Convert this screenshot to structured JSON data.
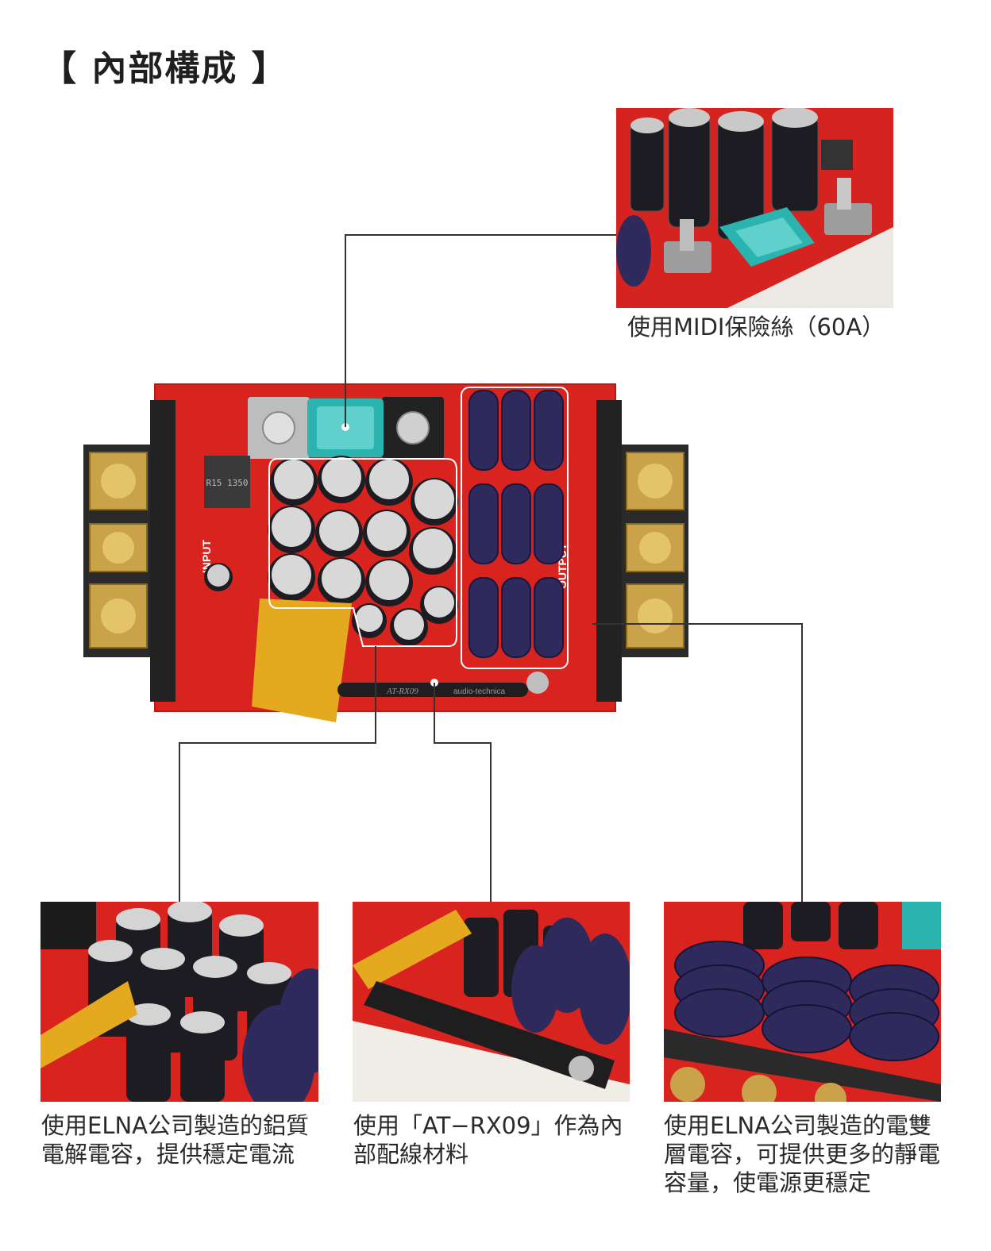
{
  "page": {
    "heading": "【 內部構成 】"
  },
  "callouts": {
    "fuse": {
      "caption": "使用MIDI保險絲（60A）"
    },
    "electrolytic_caps": {
      "caption": "使用ELNA公司製造的鋁質電解電容，提供穩定電流"
    },
    "wiring": {
      "caption": "使用「AT−RX09」作為內部配線材料"
    },
    "double_layer_caps": {
      "caption": "使用ELNA公司製造的電雙層電容，可提供更多的靜電容量，使電源更穩定"
    }
  },
  "board": {
    "silkscreen_input": "INPUT",
    "silkscreen_output": "OUTPUT",
    "inductor_marking": "R15 1350",
    "cable_marking": "AT-RX09",
    "brand_marking": "audio-technica"
  },
  "colors": {
    "pcb_red": "#d8231f",
    "fuse_teal": "#2bb3b0",
    "leader_line": "#333333",
    "callout_outline": "#ffffff"
  }
}
